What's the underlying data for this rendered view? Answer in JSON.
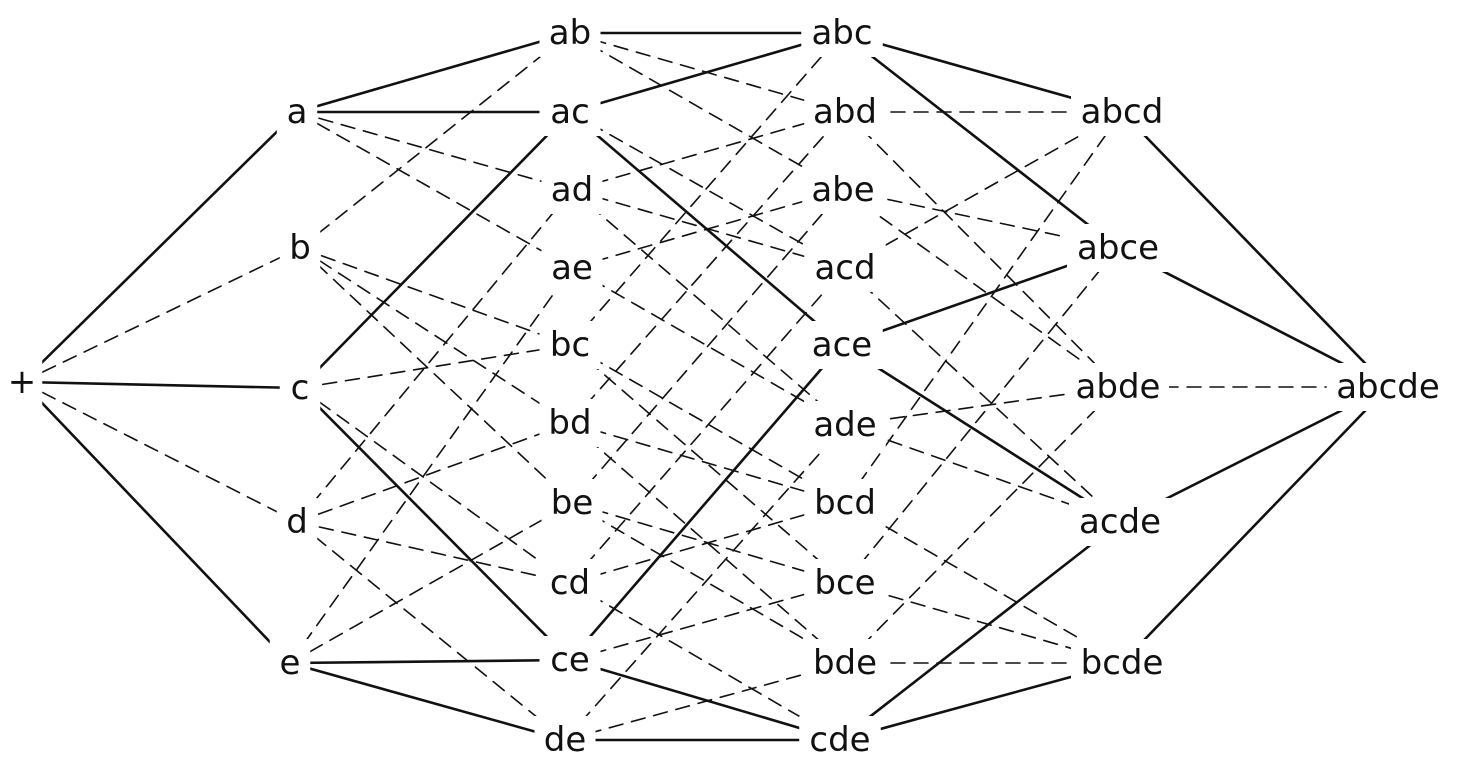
{
  "diagram": {
    "style": {
      "line_color": "#111111",
      "background": "#ffffff"
    },
    "nodes": [
      {
        "id": "empty",
        "label": "+"
      },
      {
        "id": "a",
        "label": "a"
      },
      {
        "id": "b",
        "label": "b"
      },
      {
        "id": "c",
        "label": "c"
      },
      {
        "id": "d",
        "label": "d"
      },
      {
        "id": "e",
        "label": "e"
      },
      {
        "id": "ab",
        "label": "ab"
      },
      {
        "id": "ac",
        "label": "ac"
      },
      {
        "id": "ad",
        "label": "ad"
      },
      {
        "id": "ae",
        "label": "ae"
      },
      {
        "id": "bc",
        "label": "bc"
      },
      {
        "id": "bd",
        "label": "bd"
      },
      {
        "id": "be",
        "label": "be"
      },
      {
        "id": "cd",
        "label": "cd"
      },
      {
        "id": "ce",
        "label": "ce"
      },
      {
        "id": "de",
        "label": "de"
      },
      {
        "id": "abc",
        "label": "abc"
      },
      {
        "id": "abd",
        "label": "abd"
      },
      {
        "id": "abe",
        "label": "abe"
      },
      {
        "id": "acd",
        "label": "acd"
      },
      {
        "id": "ace",
        "label": "ace"
      },
      {
        "id": "ade",
        "label": "ade"
      },
      {
        "id": "bcd",
        "label": "bcd"
      },
      {
        "id": "bce",
        "label": "bce"
      },
      {
        "id": "bde",
        "label": "bde"
      },
      {
        "id": "cde",
        "label": "cde"
      },
      {
        "id": "abcd",
        "label": "abcd"
      },
      {
        "id": "abce",
        "label": "abce"
      },
      {
        "id": "abde",
        "label": "abde"
      },
      {
        "id": "acde",
        "label": "acde"
      },
      {
        "id": "bcde",
        "label": "bcde"
      },
      {
        "id": "abcde",
        "label": "abcde"
      }
    ],
    "solid_edges": [
      [
        "empty",
        "a"
      ],
      [
        "empty",
        "c"
      ],
      [
        "empty",
        "e"
      ],
      [
        "a",
        "ab"
      ],
      [
        "a",
        "ac"
      ],
      [
        "c",
        "ac"
      ],
      [
        "c",
        "ce"
      ],
      [
        "e",
        "ce"
      ],
      [
        "e",
        "de"
      ],
      [
        "ab",
        "abc"
      ],
      [
        "ac",
        "abc"
      ],
      [
        "ac",
        "ace"
      ],
      [
        "ce",
        "ace"
      ],
      [
        "ce",
        "cde"
      ],
      [
        "de",
        "cde"
      ],
      [
        "abc",
        "abcd"
      ],
      [
        "abc",
        "abce"
      ],
      [
        "ace",
        "abce"
      ],
      [
        "ace",
        "acde"
      ],
      [
        "cde",
        "acde"
      ],
      [
        "cde",
        "bcde"
      ],
      [
        "abcd",
        "abcde"
      ],
      [
        "abce",
        "abcde"
      ],
      [
        "acde",
        "abcde"
      ],
      [
        "bcde",
        "abcde"
      ]
    ],
    "dashed_edges": [
      [
        "empty",
        "b"
      ],
      [
        "empty",
        "d"
      ],
      [
        "a",
        "ad"
      ],
      [
        "a",
        "ae"
      ],
      [
        "b",
        "ab"
      ],
      [
        "b",
        "bc"
      ],
      [
        "b",
        "bd"
      ],
      [
        "b",
        "be"
      ],
      [
        "c",
        "bc"
      ],
      [
        "c",
        "cd"
      ],
      [
        "d",
        "ad"
      ],
      [
        "d",
        "bd"
      ],
      [
        "d",
        "cd"
      ],
      [
        "d",
        "de"
      ],
      [
        "e",
        "ae"
      ],
      [
        "e",
        "be"
      ],
      [
        "ab",
        "abd"
      ],
      [
        "ab",
        "abe"
      ],
      [
        "ac",
        "acd"
      ],
      [
        "ad",
        "abd"
      ],
      [
        "ad",
        "acd"
      ],
      [
        "ad",
        "ade"
      ],
      [
        "ae",
        "abe"
      ],
      [
        "ae",
        "ade"
      ],
      [
        "bc",
        "abc"
      ],
      [
        "bc",
        "bcd"
      ],
      [
        "bc",
        "bce"
      ],
      [
        "bd",
        "abd"
      ],
      [
        "bd",
        "bcd"
      ],
      [
        "bd",
        "bde"
      ],
      [
        "be",
        "abe"
      ],
      [
        "be",
        "bce"
      ],
      [
        "be",
        "bde"
      ],
      [
        "cd",
        "acd"
      ],
      [
        "cd",
        "bcd"
      ],
      [
        "cd",
        "cde"
      ],
      [
        "ce",
        "bce"
      ],
      [
        "de",
        "ade"
      ],
      [
        "de",
        "bde"
      ],
      [
        "abd",
        "abcd"
      ],
      [
        "abd",
        "abde"
      ],
      [
        "abe",
        "abce"
      ],
      [
        "abe",
        "abde"
      ],
      [
        "acd",
        "abcd"
      ],
      [
        "acd",
        "acde"
      ],
      [
        "ade",
        "abde"
      ],
      [
        "ade",
        "acde"
      ],
      [
        "bcd",
        "abcd"
      ],
      [
        "bcd",
        "bcde"
      ],
      [
        "bce",
        "abce"
      ],
      [
        "bce",
        "bcde"
      ],
      [
        "bde",
        "abde"
      ],
      [
        "bde",
        "bcde"
      ],
      [
        "abde",
        "abcde"
      ]
    ]
  }
}
